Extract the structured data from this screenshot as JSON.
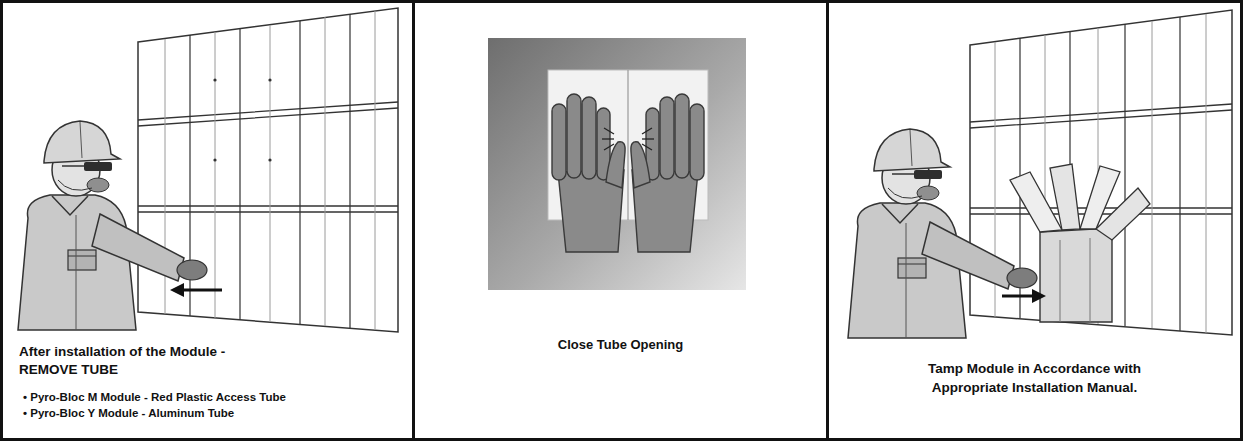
{
  "diagram": {
    "nodes": [
      {
        "text": [
          "After installation of the Module - REMOVE TUBE",
          "• Pyro-Bloc M Module - Red Plastic Access Tube",
          "• Pyro-Bloc Y Module - Aluminum Tube"
        ]
      },
      {
        "text": [
          "Close Tube Opening"
        ]
      },
      {
        "text": [
          "Tamp Module in Accordance with Appropriate Installation Manual."
        ]
      }
    ]
  }
}
